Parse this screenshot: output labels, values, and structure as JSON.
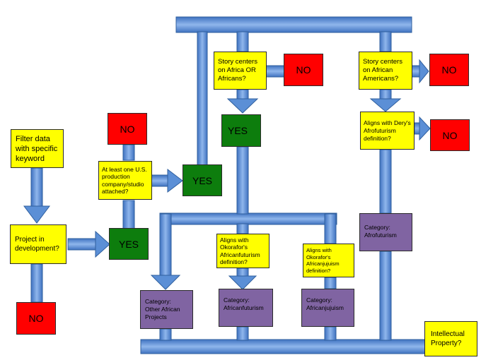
{
  "colors": {
    "connector": "#5b8fd6",
    "connector_edge": "#3a68b3",
    "decision": "#ffff00",
    "no": "#ff0000",
    "yes": "#0d7d0d",
    "category": "#8064a2"
  },
  "nodes": {
    "filter": "Filter data with specific keyword",
    "project_dev": "Project in development?",
    "no_dev": "NO",
    "yes_dev": "YES",
    "us_company": "At least one U.S. production company/studio attached?",
    "no_us": "NO",
    "yes_us": "YES",
    "story_africa": "Story centers on Africa OR Africans?",
    "no_africa": "NO",
    "yes_africa": "YES",
    "story_african_americans": "Story centers on African Americans?",
    "no_african_americans": "NO",
    "dery": "Aligns with Dery's Afrofuturism definition?",
    "no_dery": "NO",
    "okorafor_futurism": "Aligns with Okorafor's Africanfuturism definition?",
    "okorafor_jujuism": "Aligns with Okorafor's Africanjujuism definition?",
    "cat_other": "Category:\nOther African Projects",
    "cat_africanfuturism": "Category:\nAfricanfuturism",
    "cat_africanjujuism": "Category:\nAfricanjujuism",
    "cat_afrofuturism": "Category:\nAfrofuturism",
    "ip": "Intellectual Property?"
  }
}
